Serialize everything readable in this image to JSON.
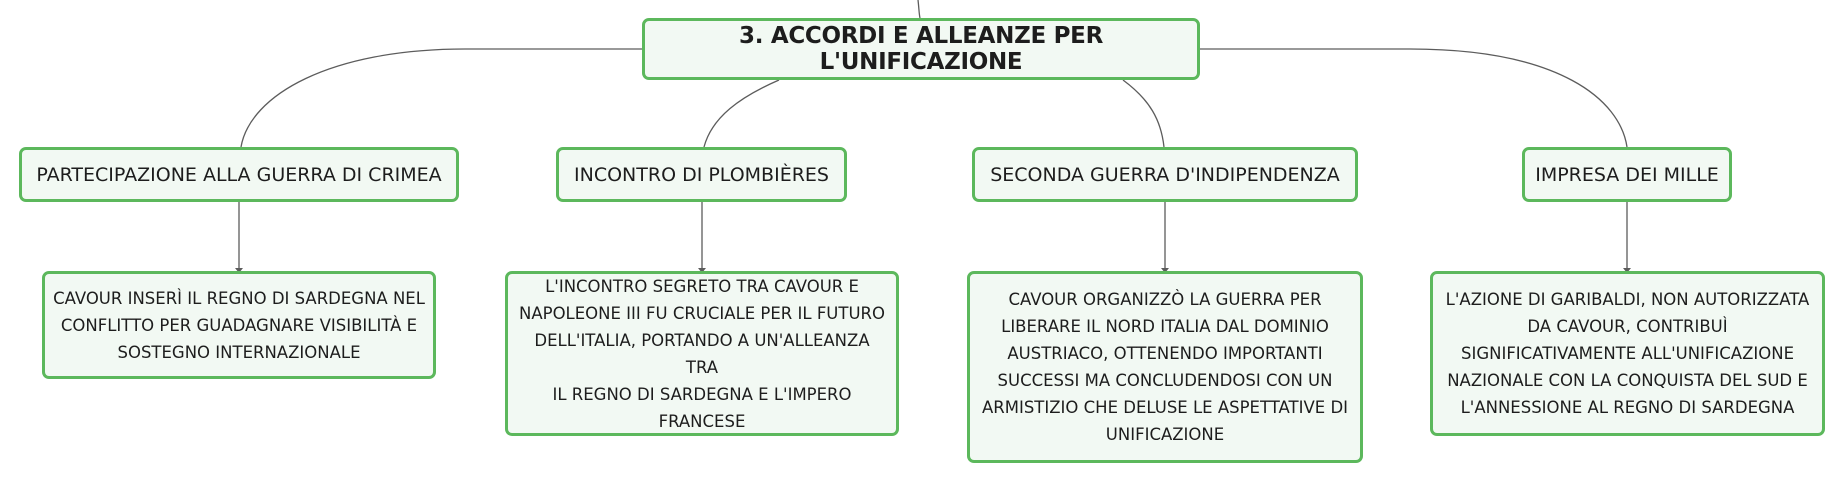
{
  "map": {
    "title": "3. ACCORDI E ALLEANZE PER L'UNIFICAZIONE",
    "colors": {
      "border": "#5cb85c",
      "fill": "#f2f9f3",
      "line": "#5c5c5c",
      "text": "#1d1d1d"
    },
    "topics": [
      {
        "label": "PARTECIPAZIONE ALLA GUERRA DI CRIMEA",
        "detail_lines": [
          "CAVOUR INSERÌ IL REGNO DI SARDEGNA NEL",
          "CONFLITTO PER GUADAGNARE VISIBILITÀ E",
          "SOSTEGNO INTERNAZIONALE"
        ]
      },
      {
        "label": "INCONTRO DI PLOMBIÈRES",
        "detail_lines": [
          "L'INCONTRO SEGRETO TRA CAVOUR E",
          "NAPOLEONE III FU CRUCIALE PER IL FUTURO",
          "DELL'ITALIA, PORTANDO A UN'ALLEANZA TRA",
          "IL REGNO DI SARDEGNA E L'IMPERO",
          "FRANCESE"
        ]
      },
      {
        "label": "SECONDA GUERRA D'INDIPENDENZA",
        "detail_lines": [
          "CAVOUR ORGANIZZÒ LA GUERRA PER",
          "LIBERARE IL NORD ITALIA DAL DOMINIO",
          "AUSTRIACO, OTTENENDO IMPORTANTI",
          "SUCCESSI MA CONCLUDENDOSI CON UN",
          "ARMISTIZIO CHE DELUSE LE ASPETTATIVE DI",
          "UNIFICAZIONE"
        ]
      },
      {
        "label": "IMPRESA DEI MILLE",
        "detail_lines": [
          "L'AZIONE DI GARIBALDI, NON AUTORIZZATA",
          "DA CAVOUR, CONTRIBUÌ",
          "SIGNIFICATIVAMENTE ALL'UNIFICAZIONE",
          "NAZIONALE CON LA CONQUISTA DEL SUD E",
          "L'ANNESSIONE AL REGNO DI SARDEGNA"
        ]
      }
    ]
  }
}
